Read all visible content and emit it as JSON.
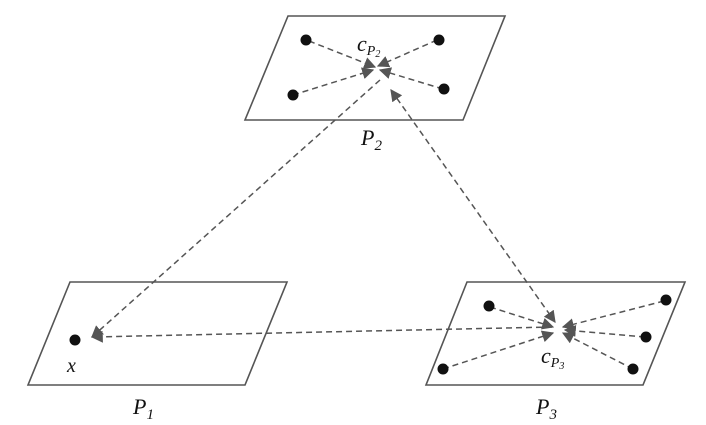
{
  "planes": [
    {
      "id": "P1",
      "label": "P",
      "sub": "1"
    },
    {
      "id": "P2",
      "label": "P",
      "sub": "2"
    },
    {
      "id": "P3",
      "label": "P",
      "sub": "3"
    }
  ],
  "point_x": {
    "label": "x"
  },
  "centers": [
    {
      "id": "c2",
      "label": "c",
      "sub": "P",
      "subsub": "2"
    },
    {
      "id": "c3",
      "label": "c",
      "sub": "P",
      "subsub": "3"
    }
  ]
}
